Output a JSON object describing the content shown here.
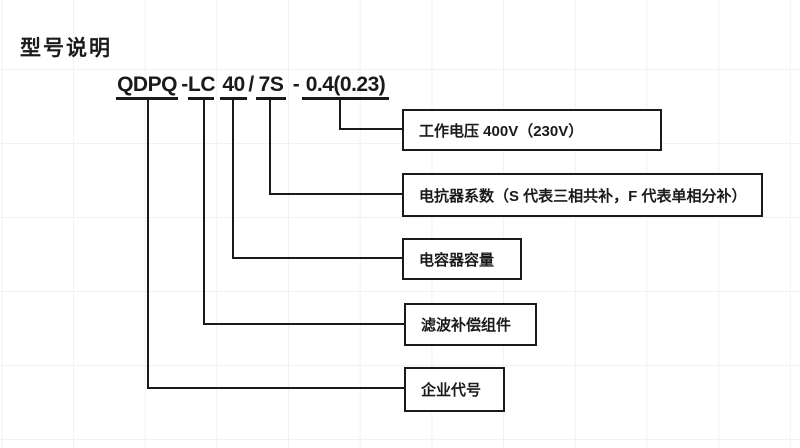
{
  "page": {
    "title": "型号说明"
  },
  "model": {
    "full": "QDPQ - LC 40/7S - 0.4(0.23)",
    "prefix": "QDPQ",
    "separator1": "-",
    "filter_code": "LC",
    "capacity_code": "40",
    "slash": "/",
    "reactor_code": "7S",
    "separator2": "-",
    "voltage_code": "0.4(0.23)"
  },
  "callouts": [
    {
      "id": "working-voltage",
      "text": "工作电压 400V（230V）"
    },
    {
      "id": "reactor-coefficient",
      "text": "电抗器系数（S 代表三相共补，F 代表单相分补）"
    },
    {
      "id": "capacitor-capacity",
      "text": "电容器容量"
    },
    {
      "id": "filter-component",
      "text": "滤波补偿组件"
    },
    {
      "id": "enterprise-code",
      "text": "企业代号"
    }
  ],
  "colors": {
    "ink": "#1a1a1a",
    "background": "#ffffff",
    "grid": "#f7efef"
  }
}
